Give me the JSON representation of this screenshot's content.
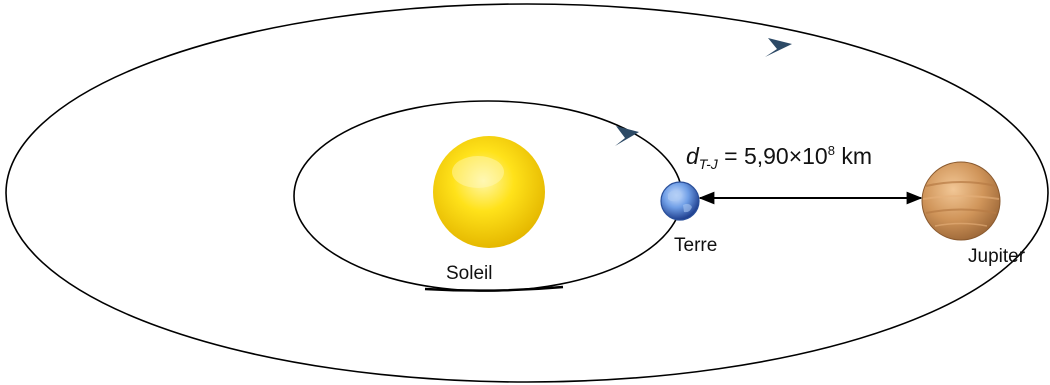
{
  "labels": {
    "sun": "Soleil",
    "earth": "Terre",
    "jupiter": "Jupiter"
  },
  "distance": {
    "symbol": "d",
    "subscript": "T-J",
    "equals": " = 5,90×10",
    "exponent": "8",
    "unit": " km"
  },
  "colors": {
    "orbit_stroke": "#000000",
    "arrowhead": "#2d4a66",
    "sun": "#f7d200",
    "earth": "#3f6fc4",
    "jupiter": "#c58a50"
  },
  "icons": {
    "sun": "sun-icon",
    "earth": "earth-icon",
    "jupiter": "jupiter-icon"
  }
}
